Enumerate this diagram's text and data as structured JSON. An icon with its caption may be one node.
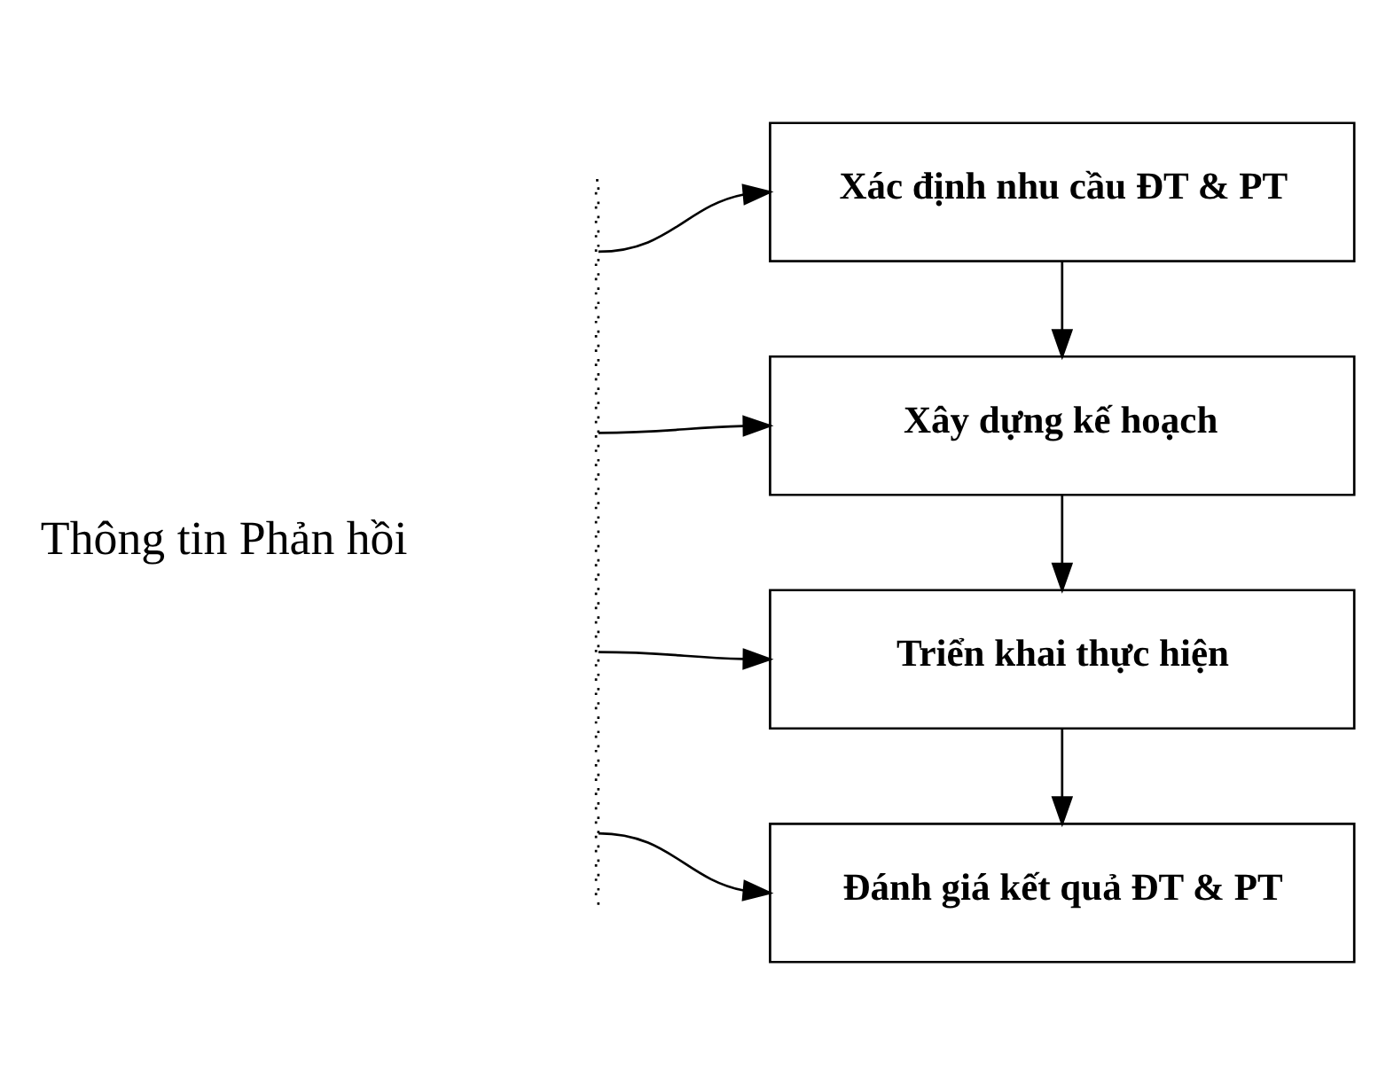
{
  "diagram": {
    "nodes": [
      {
        "text": [
          "Xác định nhu cầu ĐT & PT"
        ]
      },
      {
        "text": [
          "Xây dựng kế hoạch"
        ]
      },
      {
        "text": [
          "Triển khai thực hiện"
        ]
      },
      {
        "text": [
          "Đánh giá kết quả ĐT & PT"
        ]
      },
      {
        "text": [],
        "shape": "bar"
      }
    ],
    "edges": [
      {
        "from": 0,
        "to": 1,
        "arrow": "to"
      },
      {
        "from": 1,
        "to": 2,
        "arrow": "to"
      },
      {
        "from": 2,
        "to": 3,
        "arrow": "to"
      },
      {
        "from": 4,
        "to": 0,
        "arrow": "to"
      },
      {
        "from": 4,
        "to": 1,
        "arrow": "to"
      },
      {
        "from": 4,
        "to": 2,
        "arrow": "to"
      },
      {
        "from": 4,
        "to": 3,
        "arrow": "to"
      }
    ],
    "labels": [
      "Thông tin Phản hồi"
    ]
  }
}
